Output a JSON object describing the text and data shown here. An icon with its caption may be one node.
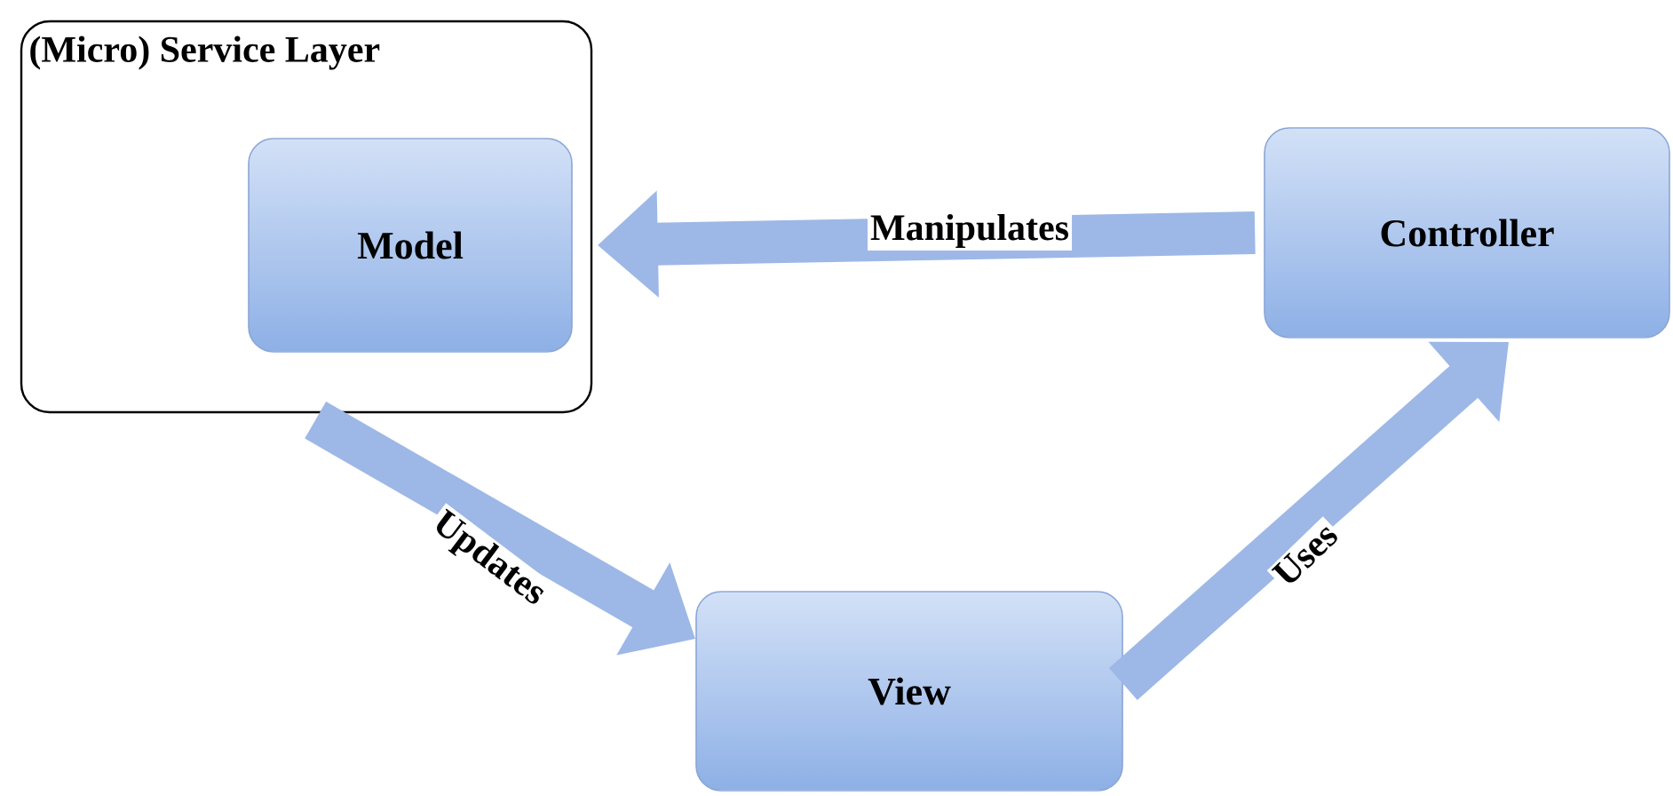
{
  "diagram": {
    "nodes": [
      {
        "text": [
          "(Micro) Service Layer"
        ]
      },
      {
        "text": [
          "Model"
        ],
        "in": 0
      },
      {
        "text": [
          "Controller"
        ]
      },
      {
        "text": [
          "View"
        ]
      }
    ],
    "edges": [
      {
        "from": 2,
        "to": 1,
        "arrow": "to",
        "label": "Manipulates"
      },
      {
        "from": 1,
        "to": 3,
        "arrow": "to",
        "label": "Updates"
      },
      {
        "from": 3,
        "to": 2,
        "arrow": "to",
        "label": "Uses"
      }
    ]
  }
}
